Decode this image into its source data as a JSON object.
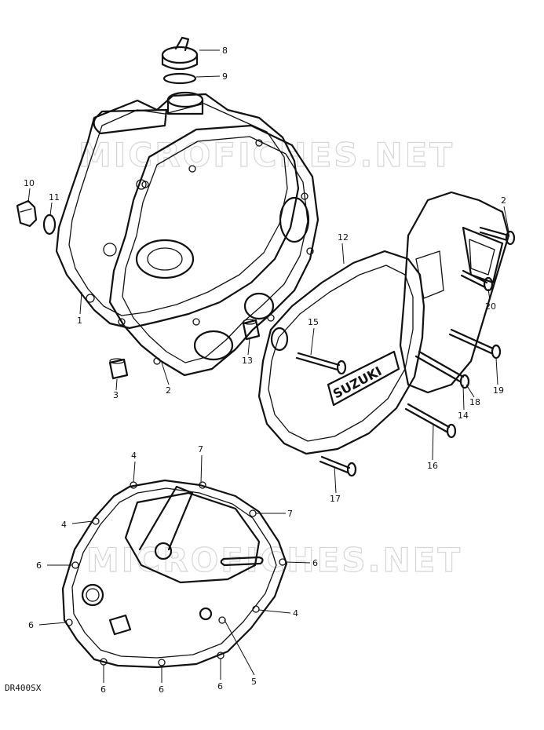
{
  "diagram_code": "DR400SX",
  "watermark": "MICROFICHES.NET",
  "callouts": {
    "c8": "8",
    "c9": "9",
    "c10": "10",
    "c11": "11",
    "c1": "1",
    "c2a": "2",
    "c3": "3",
    "c13": "13",
    "c12": "12",
    "c2b": "2",
    "c15": "15",
    "c20": "20",
    "c19": "19",
    "c18": "18",
    "c14": "14",
    "c16": "16",
    "c17": "17",
    "c4a": "4",
    "c7a": "7",
    "c4b": "4",
    "c7b": "7",
    "c6a": "6",
    "c6b": "6",
    "c6c": "6",
    "c4c": "4",
    "c5": "5",
    "c6d": "6",
    "c6e": "6",
    "c6f": "6"
  },
  "cover_logo_text": "SUZUKI"
}
